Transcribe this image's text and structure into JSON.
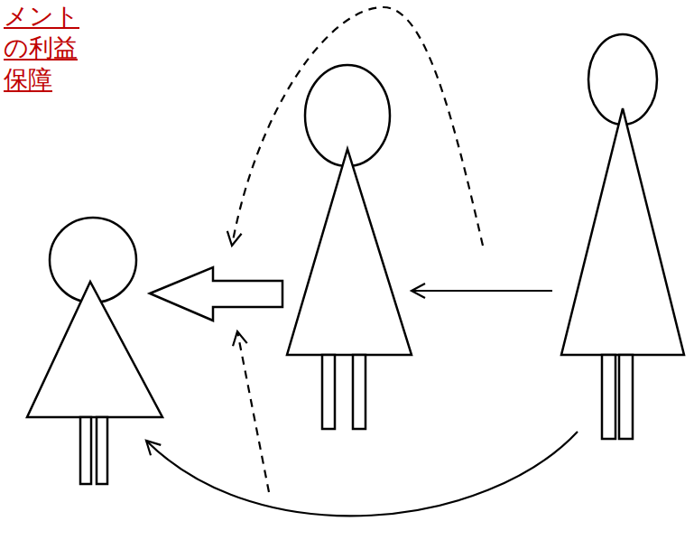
{
  "diagram": {
    "labels": [
      "メント",
      "の利益",
      "保障"
    ]
  }
}
